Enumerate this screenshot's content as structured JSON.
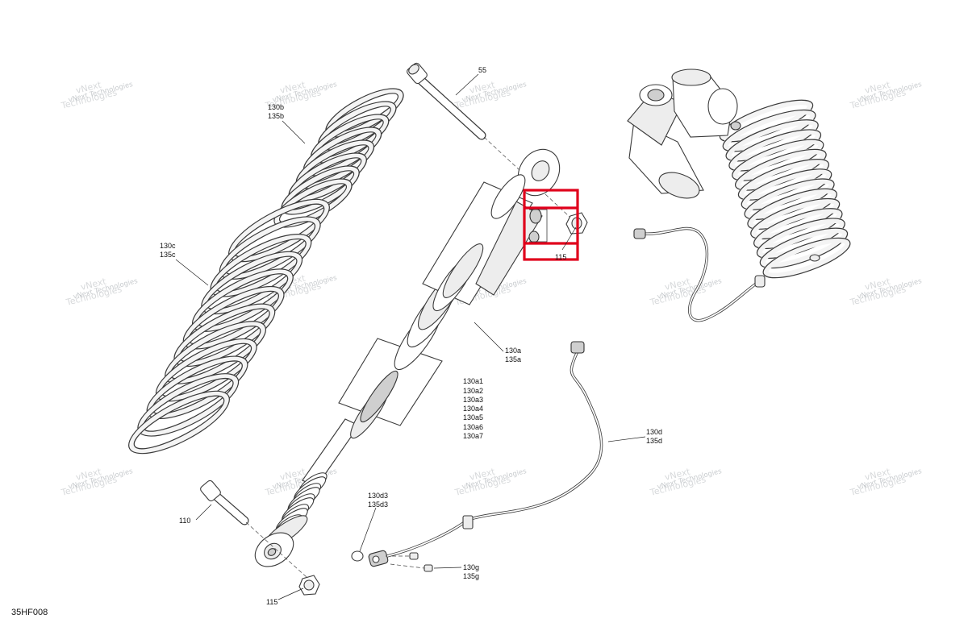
{
  "watermark": {
    "line1": "vNext",
    "line2": "Technologies",
    "full": "vNext Technologies"
  },
  "reference_code": "35HF008",
  "highlight_color": "#e0001b",
  "labels": {
    "bolt_top": "55",
    "spring_upper": [
      "130b",
      "135b"
    ],
    "spring_lower": [
      "130c",
      "135c"
    ],
    "nut_highlight": "115",
    "shock_body": [
      "130a",
      "135a"
    ],
    "shock_variants": [
      "130a1",
      "130a2",
      "130a3",
      "130a4",
      "130a5",
      "130a6",
      "130a7"
    ],
    "sensor_cable": [
      "130d",
      "135d"
    ],
    "oring": [
      "130d3",
      "135d3"
    ],
    "bolt_bottom": "110",
    "nut_bottom": "115",
    "fitting": [
      "130g",
      "135g"
    ]
  }
}
